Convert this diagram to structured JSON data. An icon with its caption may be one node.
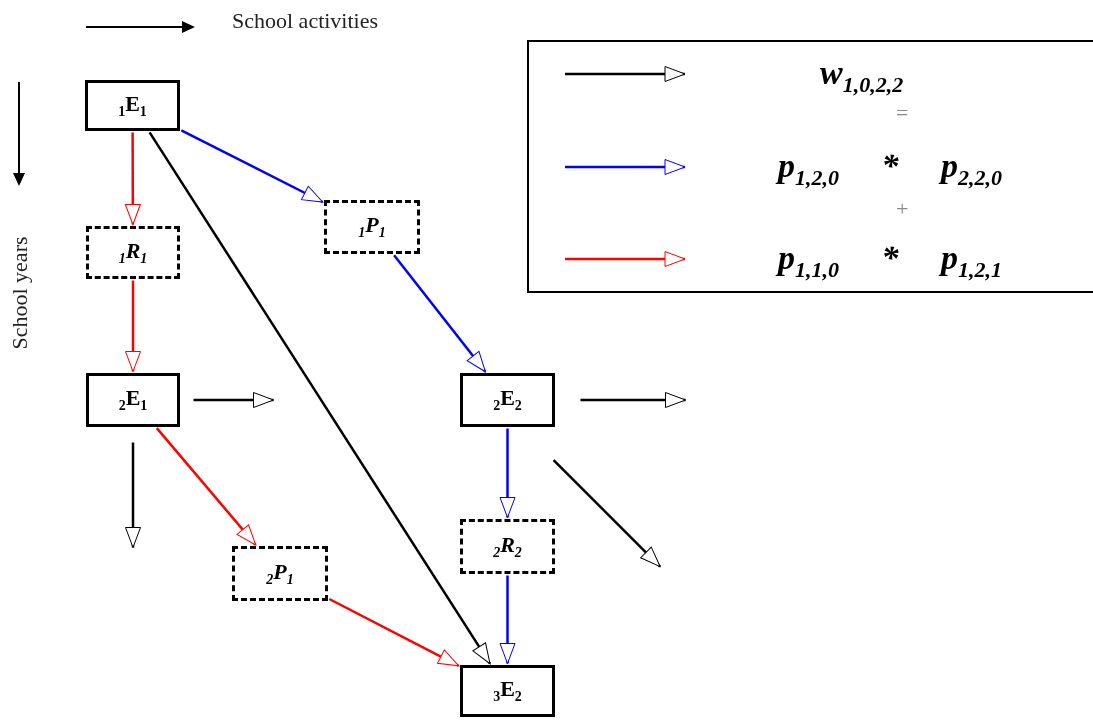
{
  "diagram": {
    "nodes": [
      {
        "text": [
          "$_{1}$E$_{1}$"
        ]
      },
      {
        "text": [
          "$_{1}$R$_{1}$"
        ]
      },
      {
        "text": [
          "$_{1}$P$_{1}$"
        ]
      },
      {
        "text": [
          "$_{2}$E$_{1}$"
        ]
      },
      {
        "text": [
          "$_{2}$E$_{2}$"
        ]
      },
      {
        "text": [
          "$_{2}$P$_{1}$"
        ]
      },
      {
        "text": [
          "$_{2}$R$_{2}$"
        ]
      },
      {
        "text": [
          "$_{3}$E$_{2}$"
        ]
      }
    ],
    "edges": [
      {
        "from": 0,
        "to": 2,
        "arrow": "to",
        "color": "#0000ff"
      },
      {
        "from": 0,
        "to": 1,
        "arrow": "to",
        "color": "#ff0000"
      },
      {
        "from": 1,
        "to": 3,
        "arrow": "to",
        "color": "#ff0000"
      },
      {
        "from": 0,
        "to": 7,
        "arrow": "to"
      },
      {
        "from": 2,
        "to": 4,
        "arrow": "to",
        "color": "#0000ff"
      },
      {
        "from": 3,
        "to": null,
        "arrow": "to"
      },
      {
        "from": 3,
        "to": null,
        "arrow": "to"
      },
      {
        "from": 3,
        "to": 5,
        "arrow": "to",
        "color": "#ff0000"
      },
      {
        "from": 4,
        "to": null,
        "arrow": "to"
      },
      {
        "from": 4,
        "to": null,
        "arrow": "to"
      },
      {
        "from": 4,
        "to": 6,
        "arrow": "to",
        "color": "#0000ff"
      },
      {
        "from": 5,
        "to": 7,
        "arrow": "to",
        "color": "#ff0000"
      },
      {
        "from": 6,
        "to": 7,
        "arrow": "to",
        "color": "#0000ff"
      }
    ],
    "labels": [
      "School activities",
      "School years",
      "=",
      "+"
    ],
    "legend": [
      {
        "text": "w$_{1,0,2,2}$"
      },
      {
        "text": "p$_{1,2,0}$ * p$_{2,2,0}$"
      },
      {
        "text": "p$_{1,1,0}$ * p$_{1,2,1}$"
      }
    ]
  }
}
